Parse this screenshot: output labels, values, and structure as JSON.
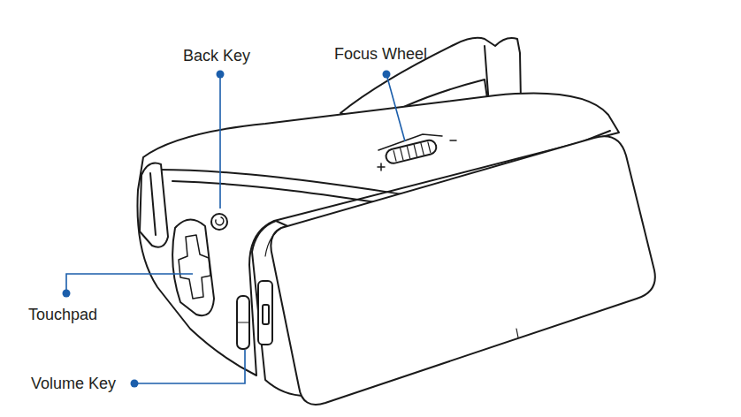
{
  "diagram": {
    "labels": [
      "Back Key",
      "Focus Wheel",
      "Touchpad",
      "Volume Key"
    ]
  }
}
